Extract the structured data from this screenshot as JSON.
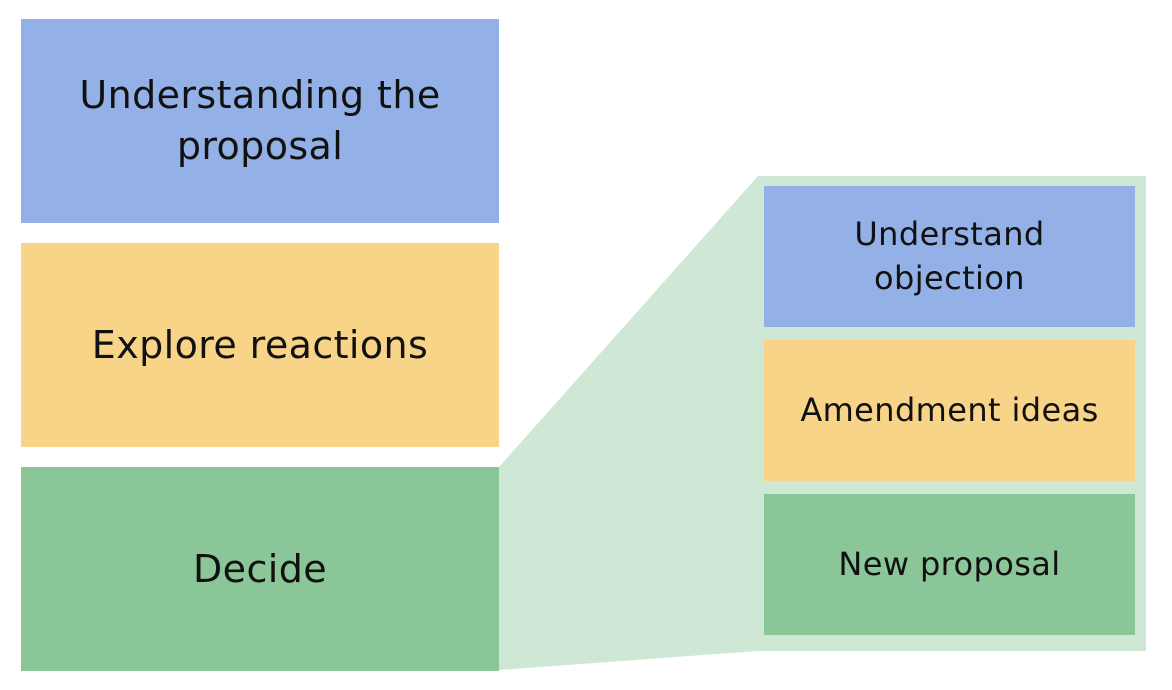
{
  "main_steps": [
    {
      "label": "Understanding the proposal"
    },
    {
      "label": "Explore reactions"
    },
    {
      "label": "Decide"
    }
  ],
  "detail_steps": [
    {
      "label": "Understand objection"
    },
    {
      "label": "Amendment ideas"
    },
    {
      "label": "New proposal"
    }
  ],
  "colors": {
    "blue": "#93b1e6",
    "yellow": "#f7d488",
    "green": "#8ac697",
    "zoom_panel": "#cfe8d5"
  }
}
